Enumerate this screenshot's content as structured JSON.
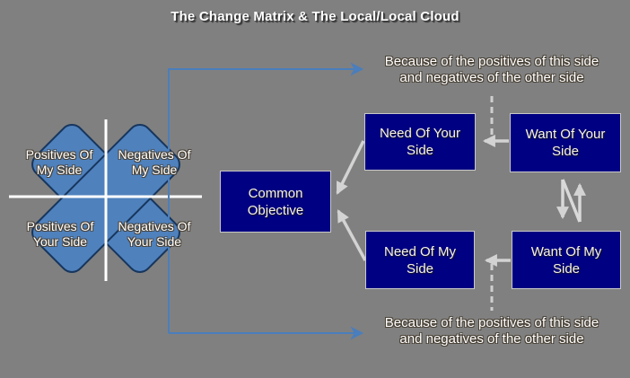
{
  "title": "The Change Matrix & The Local/Local Cloud",
  "colors": {
    "background": "#808080",
    "box_fill": "#000082",
    "box_border": "#c9c9c9",
    "diamond_fill": "#4f81bd",
    "diamond_border": "#17365d",
    "arrow_gray": "#d3d3d3",
    "arrow_blue": "#4a7ebc",
    "cross_white": "#ffffff"
  },
  "matrix": {
    "quadrants": [
      {
        "line1": "Positives Of",
        "line2": "My Side"
      },
      {
        "line1": "Negatives Of",
        "line2": "My Side"
      },
      {
        "line1": "Positives Of",
        "line2": "Your Side"
      },
      {
        "line1": "Negatives Of",
        "line2": "Your Side"
      }
    ]
  },
  "boxes": {
    "common_objective": "Common Objective",
    "need_your": "Need Of Your Side",
    "want_your": "Want Of Your Side",
    "need_my": "Need Of My Side",
    "want_my": "Want Of My Side"
  },
  "annotations": {
    "top": {
      "line1": "Because of the positives of this side",
      "line2": "and negatives of the other side"
    },
    "bottom": {
      "line1": "Because of the positives of this side",
      "line2": "and negatives of the other side"
    }
  }
}
